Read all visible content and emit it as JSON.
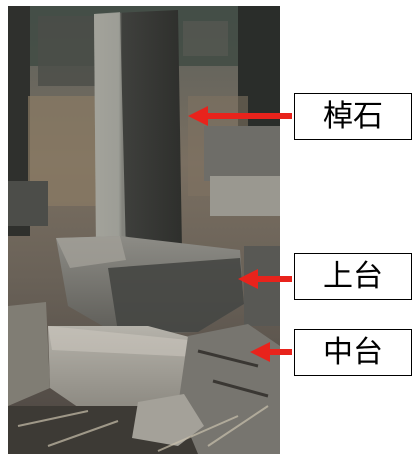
{
  "labels": {
    "top": "棹石",
    "middle": "上台",
    "bottom": "中台"
  },
  "colors": {
    "arrow": "#e8231c",
    "label_border": "#000000",
    "label_bg": "#ffffff"
  }
}
